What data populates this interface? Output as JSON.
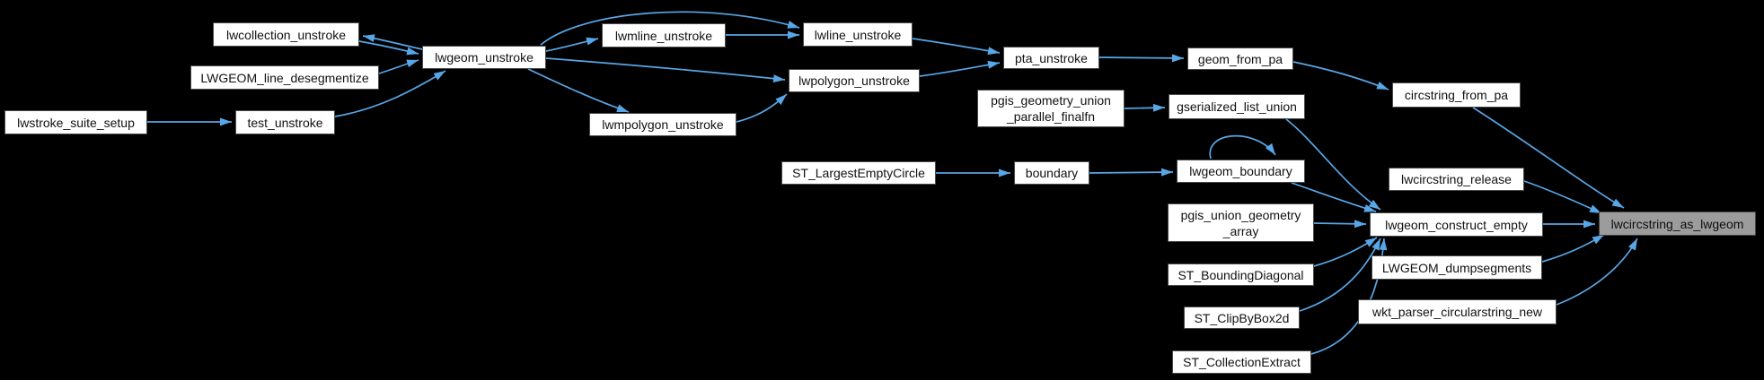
{
  "graph": {
    "type": "call-graph",
    "description": "Caller graph for lwcircstring_as_lwgeom",
    "highlighted_node": "lwcircstring_as_lwgeom",
    "colors": {
      "background": "#000000",
      "edge": "#58a6e6",
      "node_fill": "#ffffff",
      "node_border": "#4a4a4a",
      "node_text": "#111111",
      "highlight_fill": "#9c9c9c"
    }
  },
  "nodes": [
    {
      "id": "lwcollection_unstroke",
      "label": "lwcollection_unstroke"
    },
    {
      "id": "LWGEOM_line_desegmentize",
      "label": "LWGEOM_line_desegmentize"
    },
    {
      "id": "lwstroke_suite_setup",
      "label": "lwstroke_suite_setup"
    },
    {
      "id": "test_unstroke",
      "label": "test_unstroke"
    },
    {
      "id": "lwgeom_unstroke",
      "label": "lwgeom_unstroke"
    },
    {
      "id": "lwmline_unstroke",
      "label": "lwmline_unstroke"
    },
    {
      "id": "lwline_unstroke",
      "label": "lwline_unstroke"
    },
    {
      "id": "lwpolygon_unstroke",
      "label": "lwpolygon_unstroke"
    },
    {
      "id": "lwmpolygon_unstroke",
      "label": "lwmpolygon_unstroke"
    },
    {
      "id": "pta_unstroke",
      "label": "pta_unstroke"
    },
    {
      "id": "geom_from_pa",
      "label": "geom_from_pa"
    },
    {
      "id": "pgis_geometry_union_parallel_finalfn",
      "label": "pgis_geometry_union\n_parallel_finalfn"
    },
    {
      "id": "gserialized_list_union",
      "label": "gserialized_list_union"
    },
    {
      "id": "circstring_from_pa",
      "label": "circstring_from_pa"
    },
    {
      "id": "ST_LargestEmptyCircle",
      "label": "ST_LargestEmptyCircle"
    },
    {
      "id": "boundary",
      "label": "boundary"
    },
    {
      "id": "lwgeom_boundary",
      "label": "lwgeom_boundary"
    },
    {
      "id": "lwcircstring_release",
      "label": "lwcircstring_release"
    },
    {
      "id": "pgis_union_geometry_array",
      "label": "pgis_union_geometry\n_array"
    },
    {
      "id": "lwgeom_construct_empty",
      "label": "lwgeom_construct_empty"
    },
    {
      "id": "ST_BoundingDiagonal",
      "label": "ST_BoundingDiagonal"
    },
    {
      "id": "LWGEOM_dumpsegments",
      "label": "LWGEOM_dumpsegments"
    },
    {
      "id": "ST_ClipByBox2d",
      "label": "ST_ClipByBox2d"
    },
    {
      "id": "wkt_parser_circularstring_new",
      "label": "wkt_parser_circularstring_new"
    },
    {
      "id": "ST_CollectionExtract",
      "label": "ST_CollectionExtract"
    },
    {
      "id": "lwcircstring_as_lwgeom",
      "label": "lwcircstring_as_lwgeom",
      "highlighted": true
    }
  ],
  "edges": [
    {
      "from": "lwstroke_suite_setup",
      "to": "test_unstroke"
    },
    {
      "from": "test_unstroke",
      "to": "lwgeom_unstroke"
    },
    {
      "from": "lwcollection_unstroke",
      "to": "lwgeom_unstroke"
    },
    {
      "from": "lwgeom_unstroke",
      "to": "lwcollection_unstroke"
    },
    {
      "from": "LWGEOM_line_desegmentize",
      "to": "lwgeom_unstroke"
    },
    {
      "from": "lwgeom_unstroke",
      "to": "lwmline_unstroke"
    },
    {
      "from": "lwgeom_unstroke",
      "to": "lwline_unstroke"
    },
    {
      "from": "lwgeom_unstroke",
      "to": "lwpolygon_unstroke"
    },
    {
      "from": "lwgeom_unstroke",
      "to": "lwmpolygon_unstroke"
    },
    {
      "from": "lwmline_unstroke",
      "to": "lwline_unstroke"
    },
    {
      "from": "lwmpolygon_unstroke",
      "to": "lwpolygon_unstroke"
    },
    {
      "from": "lwline_unstroke",
      "to": "pta_unstroke"
    },
    {
      "from": "lwpolygon_unstroke",
      "to": "pta_unstroke"
    },
    {
      "from": "pta_unstroke",
      "to": "geom_from_pa"
    },
    {
      "from": "geom_from_pa",
      "to": "circstring_from_pa"
    },
    {
      "from": "circstring_from_pa",
      "to": "lwcircstring_as_lwgeom"
    },
    {
      "from": "pgis_geometry_union_parallel_finalfn",
      "to": "gserialized_list_union"
    },
    {
      "from": "gserialized_list_union",
      "to": "lwgeom_construct_empty"
    },
    {
      "from": "ST_LargestEmptyCircle",
      "to": "boundary"
    },
    {
      "from": "boundary",
      "to": "lwgeom_boundary"
    },
    {
      "from": "lwgeom_boundary",
      "to": "lwgeom_boundary"
    },
    {
      "from": "lwgeom_boundary",
      "to": "lwgeom_construct_empty"
    },
    {
      "from": "pgis_union_geometry_array",
      "to": "lwgeom_construct_empty"
    },
    {
      "from": "ST_BoundingDiagonal",
      "to": "lwgeom_construct_empty"
    },
    {
      "from": "ST_ClipByBox2d",
      "to": "lwgeom_construct_empty"
    },
    {
      "from": "ST_CollectionExtract",
      "to": "lwgeom_construct_empty"
    },
    {
      "from": "lwgeom_construct_empty",
      "to": "lwcircstring_as_lwgeom"
    },
    {
      "from": "lwcircstring_release",
      "to": "lwcircstring_as_lwgeom"
    },
    {
      "from": "LWGEOM_dumpsegments",
      "to": "lwcircstring_as_lwgeom"
    },
    {
      "from": "wkt_parser_circularstring_new",
      "to": "lwcircstring_as_lwgeom"
    }
  ]
}
